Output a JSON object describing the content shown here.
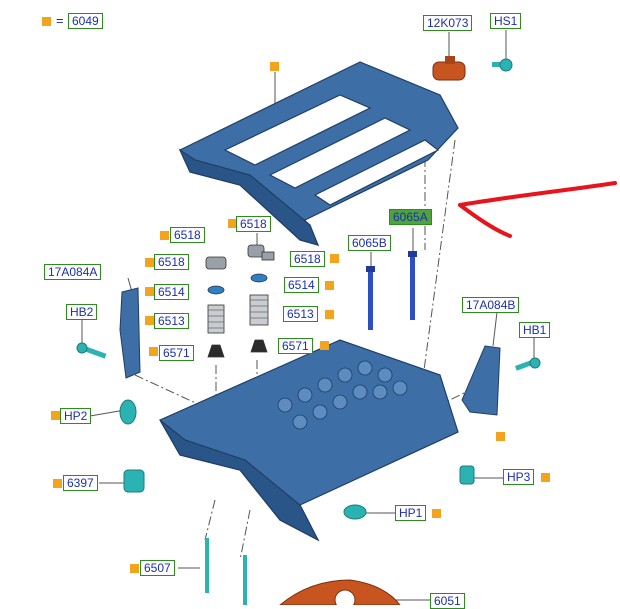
{
  "legend": {
    "eq": "=",
    "code": "6049"
  },
  "labels": {
    "l_12k073": "12K073",
    "l_hs1": "HS1",
    "l_6065a": "6065A",
    "l_6065b": "6065B",
    "l_6518_top": "6518",
    "l_6518_a": "6518",
    "l_6518_b": "6518",
    "l_6518_c": "6518",
    "l_6514_a": "6514",
    "l_6514_b": "6514",
    "l_6513_a": "6513",
    "l_6513_b": "6513",
    "l_6571_a": "6571",
    "l_6571_b": "6571",
    "l_17a084a": "17A084A",
    "l_17a084b": "17A084B",
    "l_hb2": "HB2",
    "l_hb1": "HB1",
    "l_hp2": "HP2",
    "l_6397": "6397",
    "l_hp3": "HP3",
    "l_hp1": "HP1",
    "l_6507": "6507",
    "l_6051": "6051"
  },
  "colors": {
    "part_blue": "#3d6ea5",
    "part_teal": "#2bb3b3",
    "part_orange": "#c8551f",
    "label_border": "#2f8a1f",
    "label_text": "#1b2fb0",
    "highlight_fill": "#4fa33a",
    "marker": "#f4a41c",
    "arrow": "#e8141b"
  }
}
